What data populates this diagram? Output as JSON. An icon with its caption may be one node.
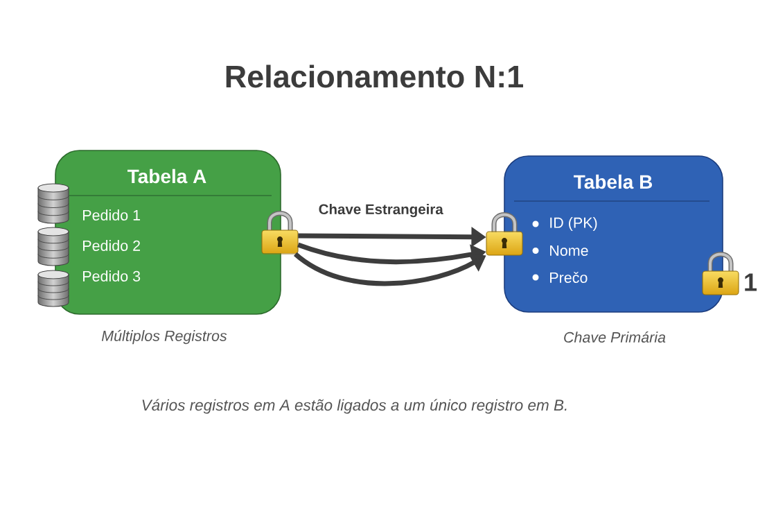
{
  "diagram": {
    "title": "Relacionamento N:1",
    "nodes": [
      {
        "text": [
          "Tabela A",
          "Pedido 1",
          "Pedido 2",
          "Pedido 3"
        ],
        "beside": [
          "Múltiplos Registros"
        ]
      },
      {
        "text": [],
        "shape": "picture"
      },
      {
        "text": [
          "Tabela B",
          "ID (PK)",
          "Nome",
          "Prečo"
        ],
        "beside": [
          "Chave Primária",
          "1"
        ]
      },
      {
        "text": [],
        "shape": "picture"
      }
    ],
    "edges": [
      {
        "from": 1,
        "to": 3,
        "arrow": "to",
        "label": "Chave Estrangeira"
      },
      {
        "from": 1,
        "to": 3,
        "arrow": "to"
      },
      {
        "from": 1,
        "to": 3,
        "arrow": "to"
      }
    ],
    "caption": "Vários registros em A estão ligados a um único registro em B."
  }
}
